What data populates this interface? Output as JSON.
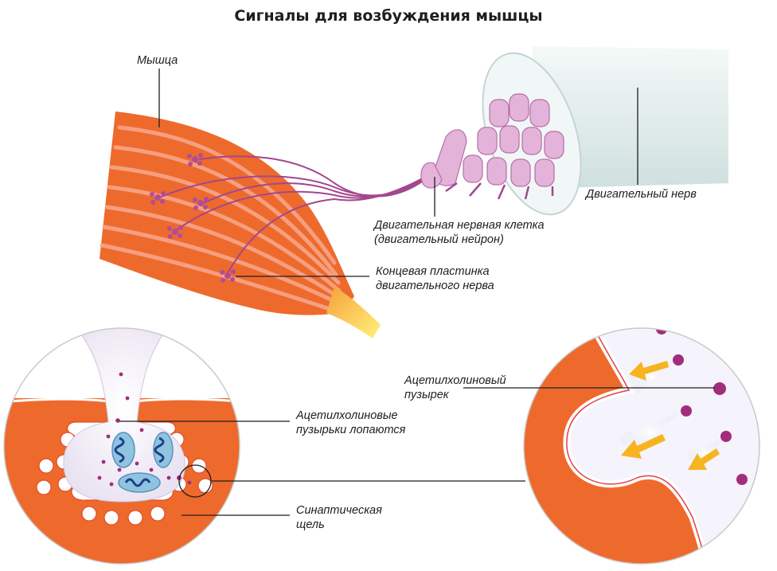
{
  "title": "Сигналы для возбуждения мышцы",
  "labels": {
    "muscle": "Мышца",
    "motor_nerve": "Двигательный нерв",
    "motor_neuron_line1": "Двигательная нервная клетка",
    "motor_neuron_line2": "(двигательный нейрон)",
    "end_plate_line1": "Концевая пластинка",
    "end_plate_line2": "двигательного нерва",
    "vesicles_burst_line1": "Ацетилхолиновые",
    "vesicles_burst_line2": "пузырьки лопаются",
    "synaptic_cleft_line1": "Синаптическая",
    "synaptic_cleft_line2": "щель",
    "vesicle_line1": "Ацетилхолиновый",
    "vesicle_line2": "пузырек"
  },
  "colors": {
    "muscle_orange": "#ee6a2c",
    "muscle_stripe": "#f7a58a",
    "tendon_yellow": "#f5d43a",
    "nerve_fiber": "#a4468f",
    "nerve_sheath": "#dfeceb",
    "axon_pink": "#e4b3da",
    "vesicle_purple": "#a12d7c",
    "mitochondria_blue": "#8fc4e0",
    "arrow_yellow": "#f6b41e"
  }
}
